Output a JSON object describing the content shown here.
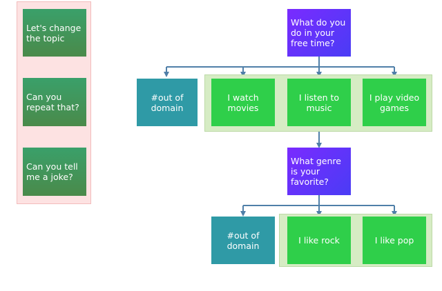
{
  "side_panel": {
    "items": [
      "Let's change the topic",
      "Can you repeat that?",
      "Can you tell me a joke?"
    ]
  },
  "tree": {
    "q1": "What do you do in your free time?",
    "level1": {
      "ood": "#out of domain",
      "options": [
        "I watch movies",
        "I listen to music",
        "I play video games"
      ]
    },
    "q2": "What genre is your favorite?",
    "level2": {
      "ood": "#out of domain",
      "options": [
        "I like rock",
        "I like pop"
      ]
    }
  },
  "colors": {
    "side_panel_bg": "#fde2e2",
    "side_box": "#3aa06a",
    "question_box": "#6a30ff",
    "out_of_domain_box": "#2f9aa6",
    "option_box": "#2fcf4a",
    "option_group_bg": "#d6ecc4",
    "connector": "#4f7fa8"
  }
}
